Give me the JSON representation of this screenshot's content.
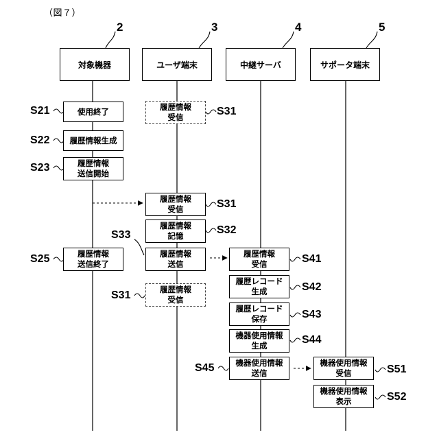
{
  "figure_label": "（図７）",
  "columns": [
    {
      "number": "2",
      "title": "対象機器"
    },
    {
      "number": "3",
      "title": "ユーザ端末"
    },
    {
      "number": "4",
      "title": "中継サーバ"
    },
    {
      "number": "5",
      "title": "サポータ端末"
    }
  ],
  "steps": {
    "s21": {
      "label": "S21",
      "line1": "使用終了",
      "line2": ""
    },
    "s22": {
      "label": "S22",
      "line1": "履歴情報生成",
      "line2": ""
    },
    "s23": {
      "label": "S23",
      "line1": "履歴情報",
      "line2": "送信開始"
    },
    "s25": {
      "label": "S25",
      "line1": "履歴情報",
      "line2": "送信終了"
    },
    "s31a": {
      "label": "S31",
      "line1": "履歴情報",
      "line2": "受信"
    },
    "s31b": {
      "label": "S31",
      "line1": "履歴情報",
      "line2": "受信"
    },
    "s32": {
      "label": "S32",
      "line1": "履歴情報",
      "line2": "記憶"
    },
    "s33": {
      "label": "S33",
      "line1": "履歴情報",
      "line2": "送信"
    },
    "s31c": {
      "label": "S31",
      "line1": "履歴情報",
      "line2": "受信"
    },
    "s41": {
      "label": "S41",
      "line1": "履歴情報",
      "line2": "受信"
    },
    "s42": {
      "label": "S42",
      "line1": "履歴レコード",
      "line2": "生成"
    },
    "s43": {
      "label": "S43",
      "line1": "履歴レコード",
      "line2": "保存"
    },
    "s44": {
      "label": "S44",
      "line1": "機器使用情報",
      "line2": "生成"
    },
    "s45": {
      "label": "S45",
      "line1": "機器使用情報",
      "line2": "送信"
    },
    "s51": {
      "label": "S51",
      "line1": "機器使用情報",
      "line2": "受信"
    },
    "s52": {
      "label": "S52",
      "line1": "機器使用情報",
      "line2": "表示"
    }
  }
}
